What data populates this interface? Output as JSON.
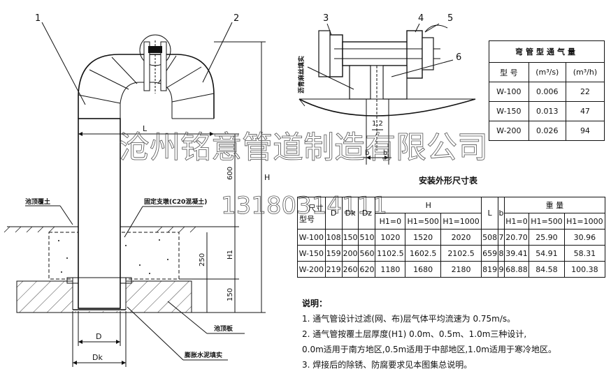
{
  "callouts": {
    "c1": "1",
    "c2": "2",
    "c3": "3",
    "c4": "4",
    "c5": "5",
    "c6": "6"
  },
  "labels": {
    "pool_cover_soil": "池顶覆土",
    "fixed_support": "固定支墩(C20混凝土)",
    "pool_slab": "池顶板",
    "expansion_sealant": "膨胀水泥填实",
    "sealant_vertical": "沥青麻丝填实",
    "dim_L": "L",
    "dim_H": "H",
    "dim_H1": "H1",
    "dim_600": "600",
    "dim_250": "250",
    "dim_150": "150",
    "dim_D": "D",
    "dim_Dk": "Dk",
    "dim_1_2": "1.2",
    "dim_b_left": "b",
    "dim_b_right": "b"
  },
  "watermark": {
    "company": "沧州铭意管道制造有限公司",
    "phone": "13180314111"
  },
  "flow_table": {
    "title": "弯管型通气量",
    "headers": [
      "型 号",
      "(m³/s)",
      "(m³/h)"
    ],
    "rows": [
      [
        "W-100",
        "0.006",
        "22"
      ],
      [
        "W-150",
        "0.013",
        "47"
      ],
      [
        "W-200",
        "0.026",
        "94"
      ]
    ]
  },
  "dim_table": {
    "title": "安装外形尺寸表",
    "corner_top": "尺寸",
    "corner_bottom": "型号",
    "col_D": "D",
    "col_Dk": "Dk",
    "col_Dz": "Dz",
    "col_H": "H",
    "col_L": "L",
    "col_b": "b",
    "col_weight": "重 量",
    "sub_h": [
      "H1=0",
      "H1=500",
      "H1=1000"
    ],
    "sub_w": [
      "H1=0",
      "H1=500",
      "H1=1000"
    ],
    "rows": [
      [
        "W-100",
        "108",
        "150",
        "510",
        "1020",
        "1520",
        "2020",
        "508",
        "7",
        "20.70",
        "25.90",
        "30.96"
      ],
      [
        "W-150",
        "159",
        "200",
        "560",
        "1102.5",
        "1602.5",
        "2102.5",
        "659",
        "8",
        "39.41",
        "54.91",
        "58.31"
      ],
      [
        "W-200",
        "219",
        "260",
        "620",
        "1180",
        "1680",
        "2180",
        "819",
        "9",
        "68.88",
        "84.58",
        "100.38"
      ]
    ]
  },
  "notes": {
    "title": "说明：",
    "lines": [
      "1. 通气管设计过滤(网、布)层气体平均流速为 0.75m/s。",
      "2. 通气管按覆土层厚度(H1) 0.0m、0.5m、1.0m三种设计,",
      "   0.0m适用于南方地区,0.5m适用于中部地区,1.0m适用于寒冷地区。",
      "3. 焊接后的除锈、防腐要求见本图集总说明。"
    ]
  }
}
